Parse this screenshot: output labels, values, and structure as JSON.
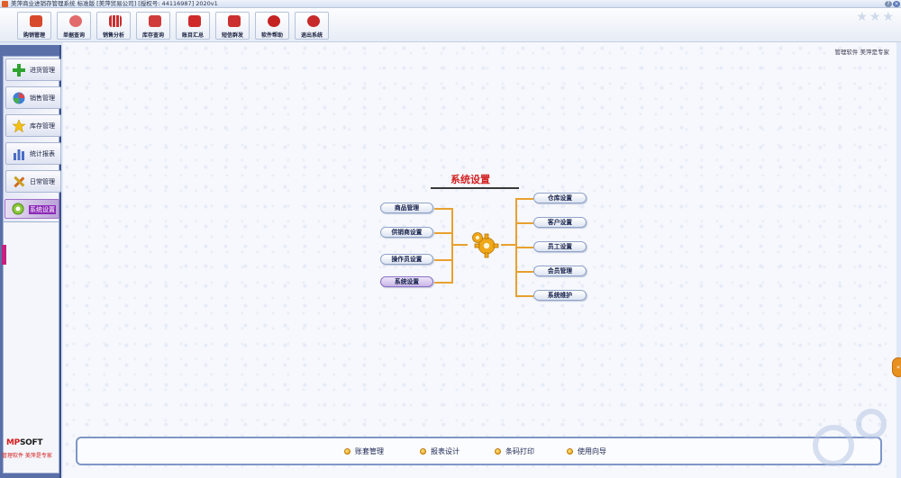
{
  "window": {
    "title": "美萍商业进销存管理系统 标准版 [美萍贸易公司] [授权号: 44116987]    2020v1"
  },
  "toolbar": {
    "buttons": [
      {
        "label": "购销管理",
        "icon": "cart-icon",
        "color": "#d8482c"
      },
      {
        "label": "单据查询",
        "icon": "search-icon",
        "color": "#e26a6a"
      },
      {
        "label": "销售分析",
        "icon": "bar-chart-icon",
        "color": "#c83030"
      },
      {
        "label": "库存查询",
        "icon": "boxes-icon",
        "color": "#d03a3a"
      },
      {
        "label": "账目汇总",
        "icon": "ledger-icon",
        "color": "#cf2a2a"
      },
      {
        "label": "短信群发",
        "icon": "mail-icon",
        "color": "#cc2f2f"
      },
      {
        "label": "软件帮助",
        "icon": "help-icon",
        "color": "#c52222"
      },
      {
        "label": "退出系统",
        "icon": "exit-icon",
        "color": "#c72a2a"
      }
    ]
  },
  "sidebar": {
    "items": [
      {
        "label": "进货管理",
        "icon": "plus-icon"
      },
      {
        "label": "销售管理",
        "icon": "globe-icon"
      },
      {
        "label": "库存管理",
        "icon": "star-icon"
      },
      {
        "label": "统计报表",
        "icon": "bar-chart-icon"
      },
      {
        "label": "日常管理",
        "icon": "tools-icon"
      },
      {
        "label": "系统设置",
        "icon": "gear-icon"
      }
    ],
    "active_index": 5,
    "brand": {
      "prefix": "MP",
      "suffix": "SOFT",
      "slogan": "管理软件 美萍是专家"
    }
  },
  "main": {
    "slogan": "管理软件 美萍是专家",
    "diagram": {
      "title": "系统设置",
      "left_items": [
        "商品管理",
        "供销商设置",
        "操作员设置",
        "系统设置"
      ],
      "right_items": [
        "仓库设置",
        "客户设置",
        "员工设置",
        "会员管理",
        "系统维护"
      ],
      "selected": "系统设置"
    },
    "bottom_links": [
      "账套管理",
      "报表设计",
      "条码打印",
      "使用向导"
    ]
  },
  "colors": {
    "accent": "#e8a030",
    "title_red": "#d32222",
    "sidebar_bg": "#5a6fa8"
  }
}
